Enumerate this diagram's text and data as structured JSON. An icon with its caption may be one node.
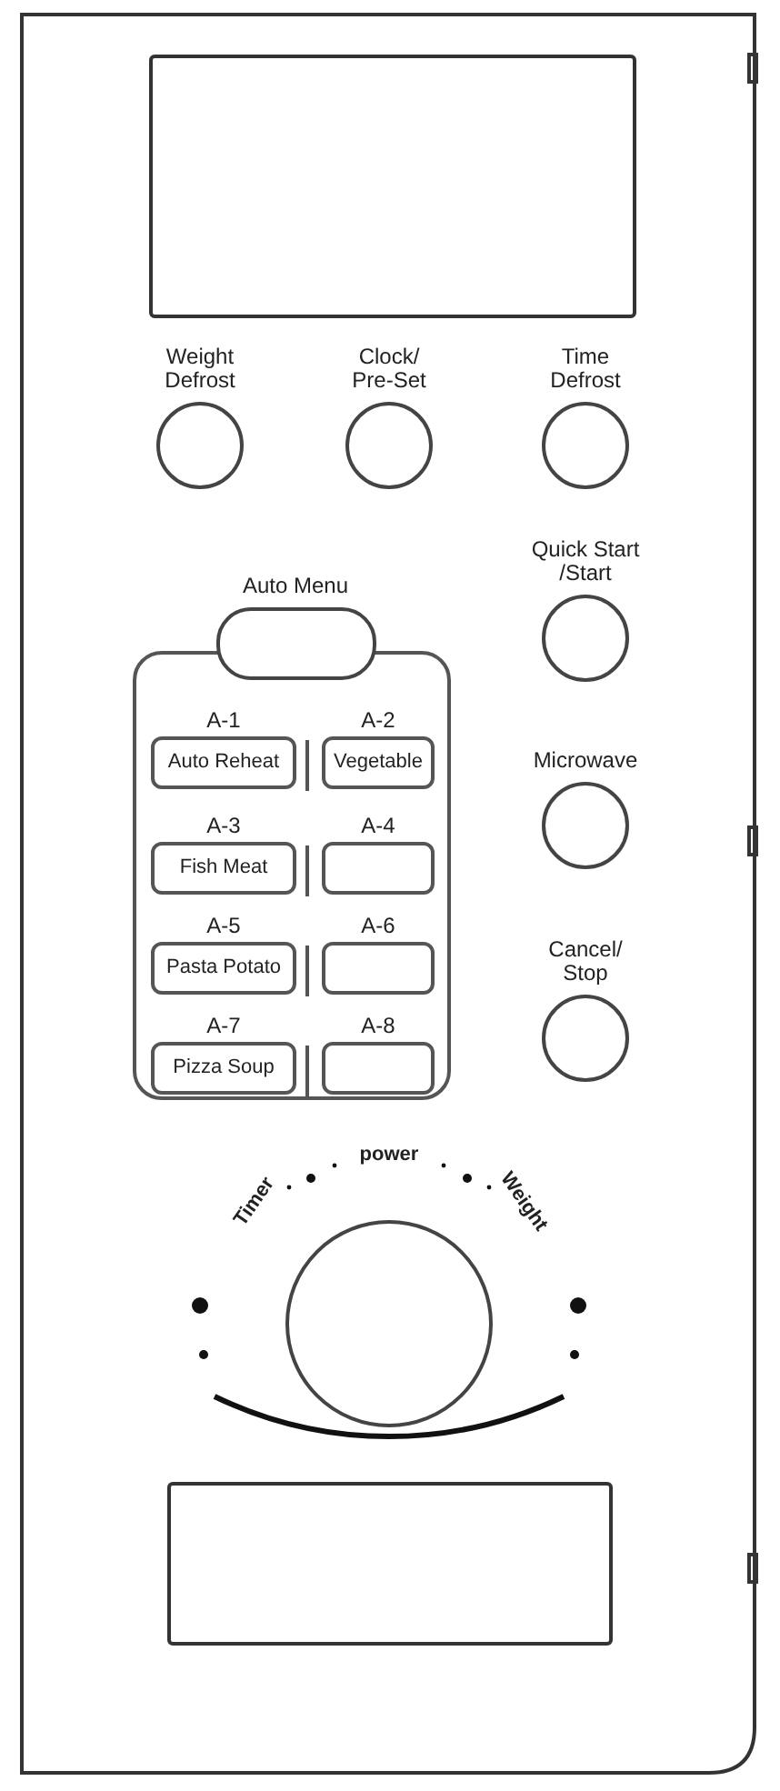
{
  "diagram": {
    "nodes": [
      {
        "text": [],
        "shape": "box"
      },
      {
        "text": [
          "Weight Defrost"
        ]
      },
      {
        "text": [
          "Clock/ Pre-Set"
        ]
      },
      {
        "text": [
          "Time Defrost"
        ]
      },
      {
        "text": [
          "Auto Menu"
        ]
      },
      {
        "text": [
          "Quick Start /Start"
        ]
      },
      {
        "text": [],
        "shape": "box"
      },
      {
        "text": [
          "A-1",
          "Auto Reheat"
        ],
        "in": 6
      },
      {
        "text": [
          "A-2",
          "Vegetable"
        ],
        "in": 6
      },
      {
        "text": [
          "A-3",
          "Fish Meat"
        ],
        "in": 6
      },
      {
        "text": [
          "A-4"
        ],
        "in": 6
      },
      {
        "text": [
          "A-5",
          "Pasta Potato"
        ],
        "in": 6
      },
      {
        "text": [
          "A-6"
        ],
        "in": 6
      },
      {
        "text": [
          "A-7",
          "Pizza Soup"
        ],
        "in": 6
      },
      {
        "text": [
          "A-8"
        ],
        "in": 6
      },
      {
        "text": [
          "Microwave"
        ]
      },
      {
        "text": [
          "Cancel/ Stop"
        ]
      },
      {
        "text": [
          "Timer",
          "power",
          "Weight"
        ]
      },
      {
        "text": [],
        "shape": "box"
      }
    ]
  }
}
